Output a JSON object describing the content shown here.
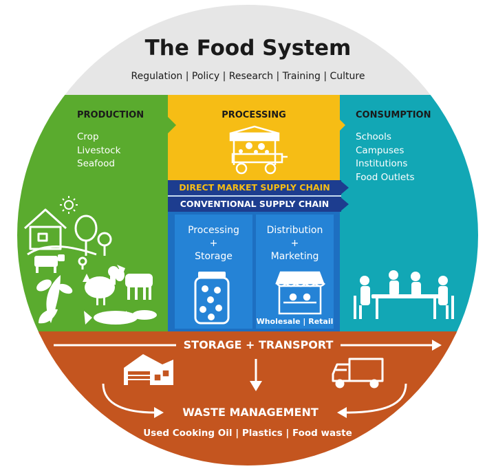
{
  "title": "The Food System",
  "subtitle": "Regulation | Policy | Research | Training | Culture",
  "production": {
    "heading": "PRODUCTION",
    "items": [
      "Crop",
      "Livestock",
      "Seafood"
    ]
  },
  "processing": {
    "heading": "PROCESSING",
    "direct_chain": "DIRECT MARKET SUPPLY CHAIN",
    "conventional_chain": "CONVENTIONAL SUPPLY CHAIN",
    "left_box": [
      "Processing",
      "+",
      "Storage"
    ],
    "right_box": [
      "Distribution",
      "+",
      "Marketing"
    ],
    "right_box_caption": "Wholesale | Retail"
  },
  "consumption": {
    "heading": "CONSUMPTION",
    "items": [
      "Schools",
      "Campuses",
      "Institutions",
      "Food Outlets"
    ]
  },
  "storage_transport": "STORAGE + TRANSPORT",
  "waste": {
    "heading": "WASTE MANAGEMENT",
    "items": "Used Cooking Oil | Plastics | Food waste"
  },
  "colors": {
    "top_gray": "#e6e6e6",
    "production_green": "#5aab2e",
    "processing_yellow": "#f6bd15",
    "processing_blue": "#1d6fc1",
    "consumption_teal": "#12a7b5",
    "bottom_orange": "#c4551f"
  }
}
